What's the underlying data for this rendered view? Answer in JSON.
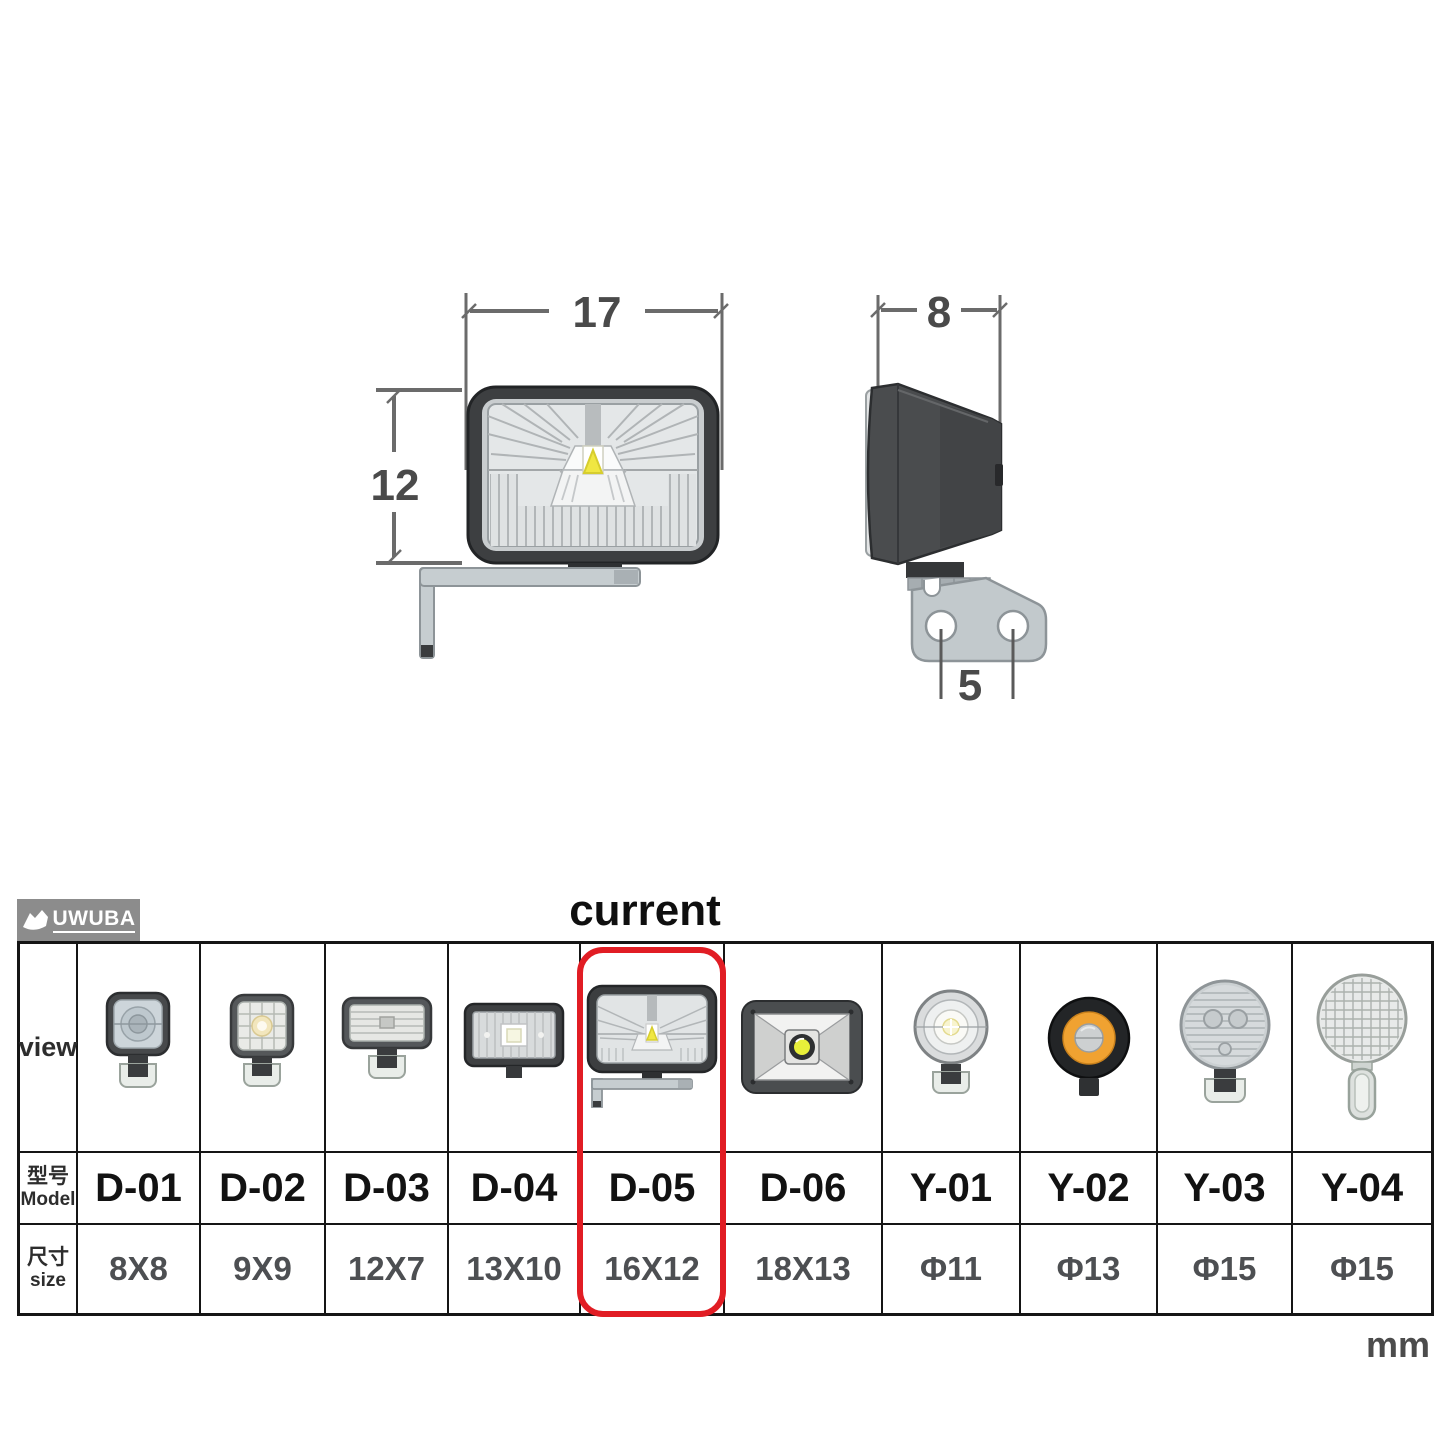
{
  "title": "current",
  "unit_label": "mm",
  "brand": {
    "logo_text": "UWUBA"
  },
  "diagram": {
    "front": {
      "width_label": "17",
      "height_label": "12"
    },
    "side": {
      "depth_label": "8",
      "hole_spacing_label": "5"
    }
  },
  "table": {
    "row_headers": {
      "view": "view",
      "model_zh": "型号",
      "model_en": "Model",
      "size_zh": "尺寸",
      "size_en": "size"
    },
    "columns": [
      {
        "model": "D-01",
        "size": "8X8",
        "icon": "square-round-lens-worklight"
      },
      {
        "model": "D-02",
        "size": "9X9",
        "icon": "square-grid-lens-worklight"
      },
      {
        "model": "D-03",
        "size": "12X7",
        "icon": "rect-ribbed-lens-worklight"
      },
      {
        "model": "D-04",
        "size": "13X10",
        "icon": "rect-striped-led-worklight"
      },
      {
        "model": "D-05",
        "size": "16X12",
        "icon": "rect-hatch-lens-worklight-with-bracket"
      },
      {
        "model": "D-06",
        "size": "18X13",
        "icon": "flood-light-envelope-lens"
      },
      {
        "model": "Y-01",
        "size": "Φ11",
        "icon": "round-led-worklight"
      },
      {
        "model": "Y-02",
        "size": "Φ13",
        "icon": "round-amber-ring-light"
      },
      {
        "model": "Y-03",
        "size": "Φ15",
        "icon": "round-ribbed-lens-light"
      },
      {
        "model": "Y-04",
        "size": "Φ15",
        "icon": "round-grid-lens-light"
      }
    ],
    "highlighted_model": "D-05"
  },
  "colors": {
    "highlight_red": "#e11d24",
    "led_yellow": "#f0e742",
    "housing_dark": "#3d3f41",
    "bracket_gray": "#c6cdd0",
    "logo_bg": "#8c8c8c"
  }
}
